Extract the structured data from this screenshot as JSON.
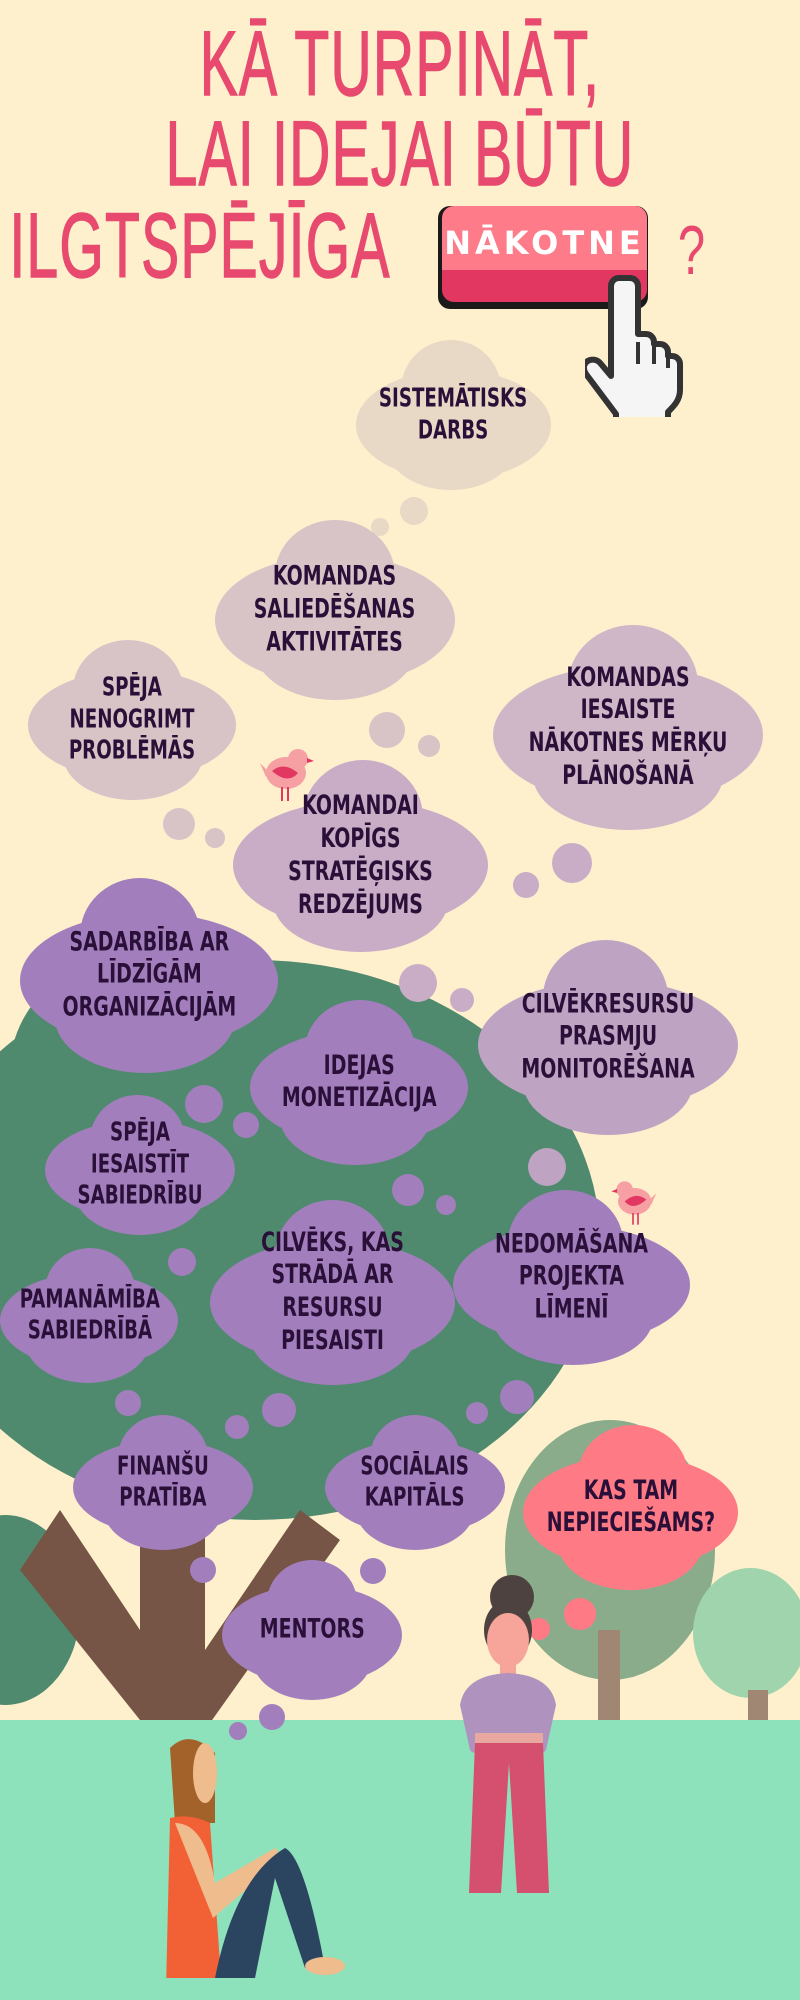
{
  "header": {
    "title_lines": [
      "KĀ TURPINĀT,",
      "LAI IDEJAI BŪTU",
      "ILGTSPĒJĪGA"
    ],
    "button_label": "NĀKOTNE",
    "question_mark": "?",
    "pointer_icon": "hand-pointer-icon"
  },
  "colors": {
    "background": "#fef0cd",
    "title": "#e84a6f",
    "cloud_light": "#e8d8c6",
    "cloud_pale": "#d8c3c7",
    "cloud_mauve": "#c9adc6",
    "cloud_purple": "#a27fbc",
    "cloud_pink": "#fe7b86",
    "tree_dark": "#4f896e",
    "tree_mid": "#8aac8a",
    "tree_light": "#a0d4ad",
    "trunk": "#765446",
    "ground": "#8ee2bb",
    "text_dark": "#2a0f38"
  },
  "clouds": [
    {
      "id": "sistematisks-darbs",
      "text": "Sistemātisks\ndarbs"
    },
    {
      "id": "komandas-saliedesanas",
      "text": "Komandas\nsaliedēšanas\naktivitātes"
    },
    {
      "id": "speja-nenogrimt",
      "text": "Spēja\nnenogrimt\nproblēmās"
    },
    {
      "id": "komandas-iesaiste",
      "text": "Komandas iesaiste\nnākotnes mērķu\nplānošanā"
    },
    {
      "id": "kopigs-redzejums",
      "text": "Komandai kopīgs\nstratēģisks\nredzējums"
    },
    {
      "id": "sadarbiba",
      "text": "Sadarbība ar\nlīdzīgām\norganizācijām"
    },
    {
      "id": "idejas-monetizacija",
      "text": "Idejas\nmonetizācija"
    },
    {
      "id": "cilvekresursu-prasmju",
      "text": "Cilvēkresursu\nprasmju\nmonitorēšana"
    },
    {
      "id": "speja-iesaistit",
      "text": "Spēja iesaistīt\nsabiedrību"
    },
    {
      "id": "pamaniba",
      "text": "Pamanāmība\nsabiedrībā"
    },
    {
      "id": "cilveks-resursu",
      "text": "Cilvēks, kas\nstrādā ar resursu\npiesaisti"
    },
    {
      "id": "nedomasana",
      "text": "Nedomāšana\nprojekta līmenī"
    },
    {
      "id": "finansu-pratiba",
      "text": "Finanšu\npratība"
    },
    {
      "id": "socialais-kapitals",
      "text": "Sociālais\nkapitāls"
    },
    {
      "id": "kas-tam-nepieciesams",
      "text": "Kas tam\nnepieciešams?"
    },
    {
      "id": "mentors",
      "text": "Mentors"
    }
  ]
}
